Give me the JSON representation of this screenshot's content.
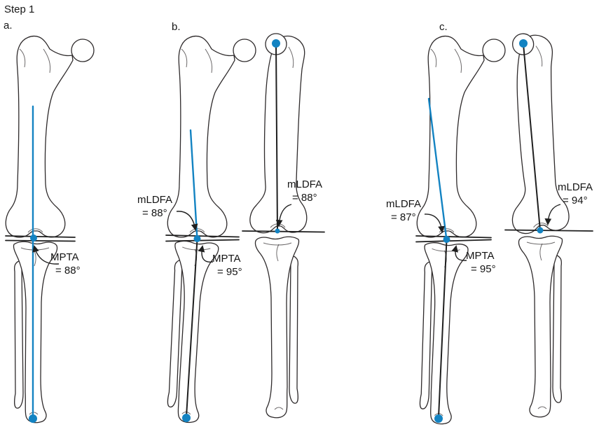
{
  "step_label": "Step 1",
  "colors": {
    "accent": "#1383c2",
    "line": "#1f1f1f",
    "bone": "#2e2a2b"
  },
  "panels": [
    {
      "label": "a.",
      "annotations": [
        {
          "label": "MPTA",
          "value": "= 88°"
        }
      ]
    },
    {
      "label": "b.",
      "annotations": [
        {
          "label": "mLDFA",
          "value": "= 88°"
        },
        {
          "label": "MPTA",
          "value": "= 95°"
        },
        {
          "label": "mLDFA",
          "value": "= 88°"
        }
      ]
    },
    {
      "label": "c.",
      "annotations": [
        {
          "label": "mLDFA",
          "value": "= 87°"
        },
        {
          "label": "MPTA",
          "value": "= 95°"
        },
        {
          "label": "mLDFA",
          "value": "= 94°"
        }
      ]
    }
  ]
}
